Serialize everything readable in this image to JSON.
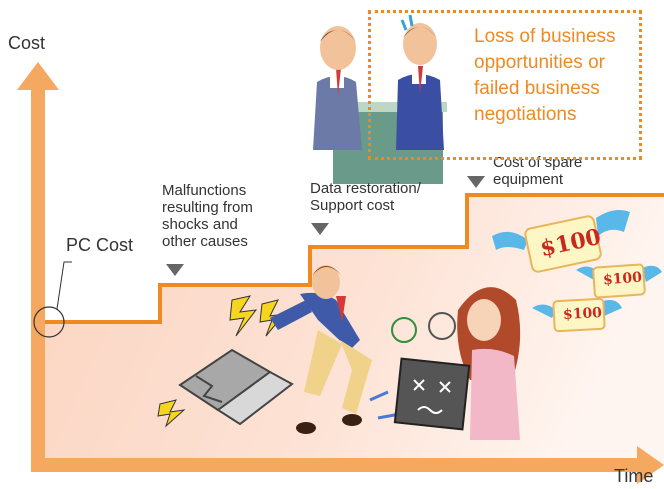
{
  "axes": {
    "y_label": "Cost",
    "x_label": "Time"
  },
  "cost_labels": {
    "pc_cost": "PC Cost",
    "malfunctions": "Malfunctions resulting from shocks and other causes",
    "data_restoration": "Data restoration/ Support cost",
    "spare_equipment": "Cost of spare equipment"
  },
  "callout": {
    "text": "Loss of business opportunities or failed business negotiations"
  },
  "money_notes": [
    "$100",
    "$100",
    "$100"
  ],
  "colors": {
    "axis": "#f4a860",
    "cost_line": "#ef8a23",
    "fill": "#fde0cf",
    "callout_text": "#ef8a23"
  },
  "illustrations": [
    "businessmen-meeting-icon",
    "falling-man-icon",
    "broken-laptop-icon",
    "frustrated-woman-icon",
    "flying-money-icon"
  ]
}
